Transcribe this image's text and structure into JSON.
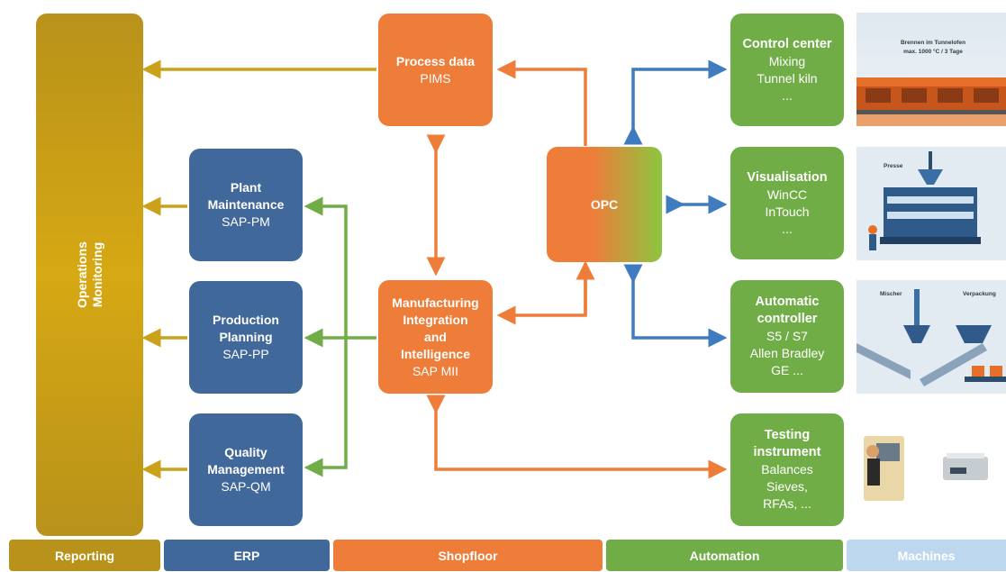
{
  "ops": {
    "line1": "Operations",
    "line2": "Monitoring"
  },
  "erp": [
    {
      "title1": "Plant",
      "title2": "Maintenance",
      "sub": "SAP-PM"
    },
    {
      "title1": "Production",
      "title2": "Planning",
      "sub": "SAP-PP"
    },
    {
      "title1": "Quality",
      "title2": "Management",
      "sub": "SAP-QM"
    }
  ],
  "process": {
    "title": "Process data",
    "sub": "PIMS"
  },
  "mii": {
    "l1": "Manufacturing",
    "l2": "Integration",
    "l3": "and",
    "l4": "Intelligence",
    "sub": "SAP MII"
  },
  "opc": {
    "title": "OPC"
  },
  "automation": [
    {
      "title": "Control center",
      "lines": [
        "Mixing",
        "Tunnel kiln",
        "..."
      ]
    },
    {
      "title": "Visualisation",
      "lines": [
        "WinCC",
        "InTouch",
        "..."
      ]
    },
    {
      "title": "Automatic\ncontroller",
      "t1": "Automatic",
      "t2": "controller",
      "lines": [
        "S5 / S7",
        "Allen Bradley",
        "GE ..."
      ]
    },
    {
      "title": "Testing\ninstrument",
      "t1": "Testing",
      "t2": "instrument",
      "lines": [
        "Balances",
        "Sieves,",
        "RFAs, ..."
      ]
    }
  ],
  "machines": {
    "kiln_l1": "Brennen im Tunnelofen",
    "kiln_l2": "max. 1000 °C / 3 Tage",
    "press": "Presse",
    "mixer": "Mischer",
    "pack": "Verpackung"
  },
  "footer": [
    {
      "label": "Reporting",
      "color": "#b8921a"
    },
    {
      "label": "ERP",
      "color": "#41689a"
    },
    {
      "label": "Shopfloor",
      "color": "#ee7d3a"
    },
    {
      "label": "Automation",
      "color": "#71ad47"
    },
    {
      "label": "Machines",
      "color": "#bdd7ee"
    }
  ],
  "colors": {
    "gold": "#c9a21a",
    "orange": "#ee7d3a",
    "green": "#71ad47",
    "blue": "#3f7bbf"
  }
}
